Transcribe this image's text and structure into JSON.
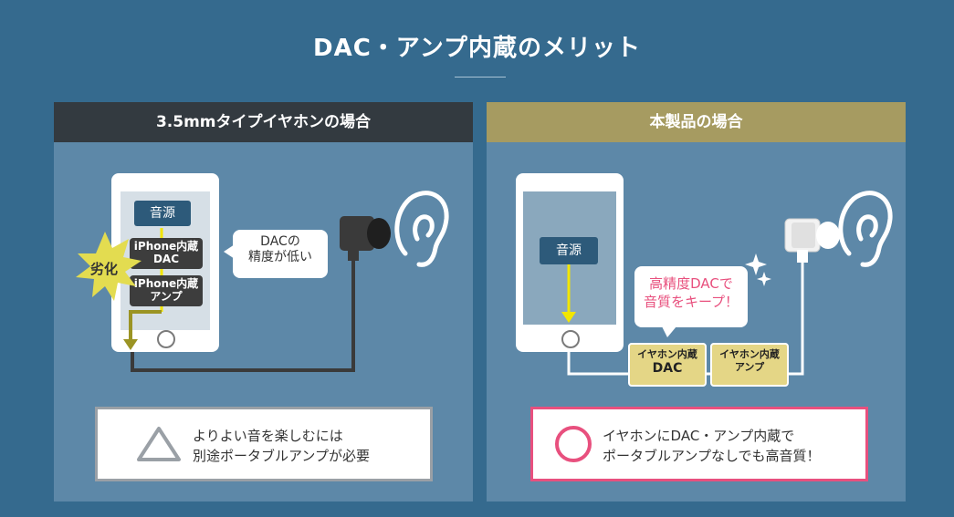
{
  "title": "DAC・アンプ内蔵のメリット",
  "left": {
    "heading": "3.5mmタイプイヤホンの場合",
    "source": "音源",
    "dac_lines": [
      "iPhone内蔵",
      "DAC"
    ],
    "amp_lines": [
      "iPhone内蔵",
      "アンプ"
    ],
    "burst": "劣化",
    "bubble_lines": [
      "DACの",
      "精度が低い"
    ],
    "result_lines": [
      "よりよい音を楽しむには",
      "別途ポータブルアンプが必要"
    ],
    "result_icon": "triangle-icon"
  },
  "right": {
    "heading": "本製品の場合",
    "source": "音源",
    "bubble_lines": [
      "高精度DACで",
      "音質をキープ！"
    ],
    "dac_lines": [
      "イヤホン内蔵",
      "DAC"
    ],
    "amp_lines": [
      "イヤホン内蔵",
      "アンプ"
    ],
    "result_lines": [
      "イヤホンにDAC・アンプ内蔵で",
      "ポータブルアンプなしでも高音質！"
    ],
    "result_icon": "circle-icon"
  },
  "colors": {
    "background": "#356a8e",
    "panel": "#5d88a8",
    "left_header": "#333a40",
    "right_header": "#a69b61",
    "signal_yellow": "#f2e600",
    "degraded_olive": "#9b9424",
    "highlight_pink": "#e8507e",
    "gold_chip": "#e4d686"
  }
}
